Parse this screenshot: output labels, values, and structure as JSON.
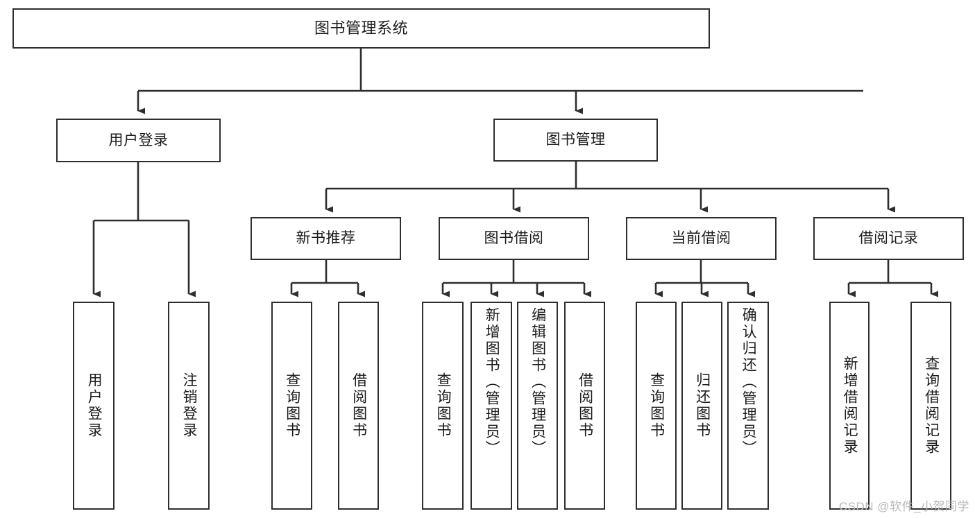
{
  "diagram": {
    "title": "图书管理系统",
    "type": "tree",
    "orientation": "top-down",
    "colors": {
      "box_border": "#2e2e2e",
      "box_fill": "#ffffff",
      "edge": "#2e2e2e",
      "background": "#ffffff",
      "watermark": "#b9b9b9"
    },
    "watermark": "CSDN @软件_小贺同学"
  },
  "nodes": {
    "root": {
      "label": "图书管理系统",
      "level": 1
    },
    "level2": [
      {
        "id": "user-login",
        "label": "用户登录",
        "level": 2
      },
      {
        "id": "book-management",
        "label": "图书管理",
        "level": 2
      }
    ],
    "level3": [
      {
        "id": "new-book-recommend",
        "label": "新书推荐",
        "level": 3,
        "parent": "book-management"
      },
      {
        "id": "book-borrow",
        "label": "图书借阅",
        "level": 3,
        "parent": "book-management"
      },
      {
        "id": "current-borrow",
        "label": "当前借阅",
        "level": 3,
        "parent": "book-management"
      },
      {
        "id": "borrow-record",
        "label": "借阅记录",
        "level": 3,
        "parent": "book-management"
      }
    ],
    "leaves": [
      {
        "id": "leaf-user-login",
        "label": "用户登录",
        "parent": "user-login"
      },
      {
        "id": "leaf-user-logout",
        "label": "注销登录",
        "parent": "user-login"
      },
      {
        "id": "leaf-rec-query-book",
        "label": "查询图书",
        "parent": "new-book-recommend"
      },
      {
        "id": "leaf-rec-borrow-book",
        "label": "借阅图书",
        "parent": "new-book-recommend"
      },
      {
        "id": "leaf-borrow-query-book",
        "label": "查询图书",
        "parent": "book-borrow"
      },
      {
        "id": "leaf-borrow-add-book",
        "label": "新增图书（管理员）",
        "parent": "book-borrow"
      },
      {
        "id": "leaf-borrow-edit-book",
        "label": "编辑图书（管理员）",
        "parent": "book-borrow"
      },
      {
        "id": "leaf-borrow-borrow-book",
        "label": "借阅图书",
        "parent": "book-borrow"
      },
      {
        "id": "leaf-current-query-book",
        "label": "查询图书",
        "parent": "current-borrow"
      },
      {
        "id": "leaf-current-return-book",
        "label": "归还图书",
        "parent": "current-borrow"
      },
      {
        "id": "leaf-current-confirm-return",
        "label": "确认归还（管理员）",
        "parent": "current-borrow"
      },
      {
        "id": "leaf-record-add",
        "label": "新增借阅记录",
        "parent": "borrow-record"
      },
      {
        "id": "leaf-record-query",
        "label": "查询借阅记录",
        "parent": "borrow-record"
      }
    ]
  }
}
